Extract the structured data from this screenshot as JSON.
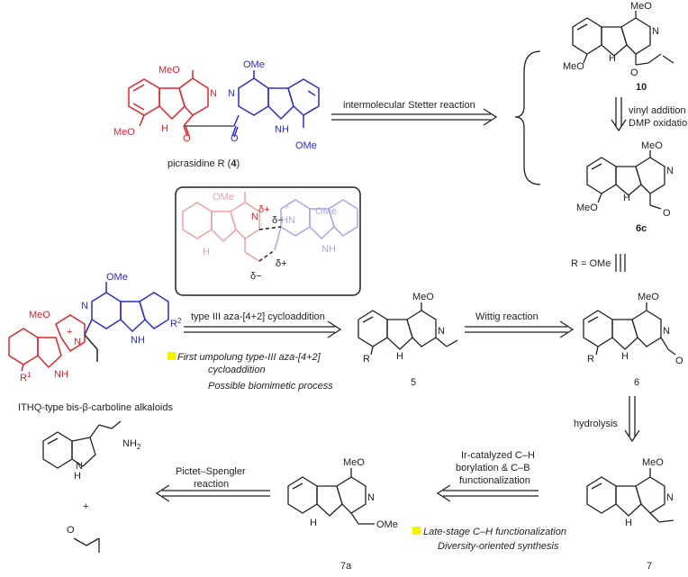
{
  "compounds": {
    "picrasidine": {
      "name": "picrasidine R (",
      "number": "4",
      "close": ")"
    },
    "c10": "10",
    "c6c": "6c",
    "c5": "5",
    "c6": "6",
    "c7": "7",
    "c7a": "7a",
    "ithq": "ITHQ-type bis-β-carboline alkaloids"
  },
  "reactions": {
    "stetter": "intermolecular Stetter reaction",
    "vinyl_1": "vinyl addition",
    "vinyl_2": "DMP oxidation",
    "r_eq": "R = OMe",
    "aza": "type III aza-[4+2] cycloaddition",
    "wittig": "Wittig reaction",
    "hydrolysis": "hydrolysis",
    "ir_1": "Ir-catalyzed C–H",
    "ir_2": "borylation & C–B",
    "ir_3": "functionalization",
    "pictet_1": "Pictet–Spengler",
    "pictet_2": "reaction"
  },
  "notes": {
    "umpolung_1": "First umpolung type-III aza-[4+2]",
    "umpolung_2": "cycloaddition",
    "biomimetic": "Possible biomimetic process",
    "late_stage": "Late-stage C–H functionalization",
    "diversity": "Diversity-oriented synthesis"
  },
  "atoms": {
    "meo": "MeO",
    "ome": "OMe",
    "nh": "NH",
    "n": "N",
    "h": "H",
    "o": "O",
    "r": "R",
    "hn": "HN",
    "r2": "R",
    "r2_sup": "2",
    "r1_sup": "1",
    "nh2": "NH",
    "nh2_sub": "2",
    "plus": "+",
    "delta_plus": "δ+",
    "delta_minus": "δ−"
  },
  "colors": {
    "red_fragment": "#e8202a",
    "blue_fragment": "#2b2bd0",
    "pink_note": "#e64fd1",
    "orange_note": "#f0a230",
    "brown_label": "#8a4b12",
    "highlight": "#f5f300"
  }
}
